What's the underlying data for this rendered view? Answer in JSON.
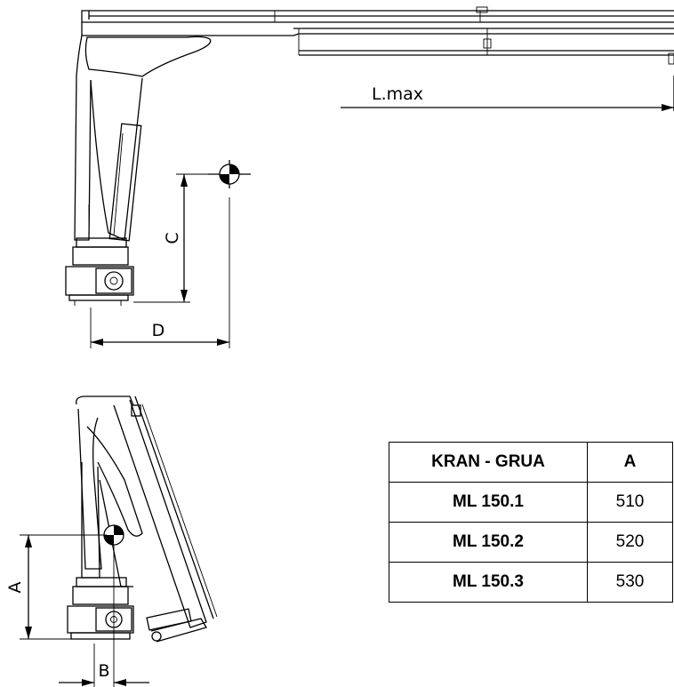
{
  "dimensions": {
    "lmax": "L.max",
    "c": "C",
    "d": "D",
    "a": "A",
    "b": "B"
  },
  "table": {
    "headers": [
      "KRAN - GRUA",
      "A"
    ],
    "rows": [
      {
        "model": "ML 150.1",
        "a": "510"
      },
      {
        "model": "ML 150.2",
        "a": "520"
      },
      {
        "model": "ML 150.3",
        "a": "530"
      }
    ]
  }
}
